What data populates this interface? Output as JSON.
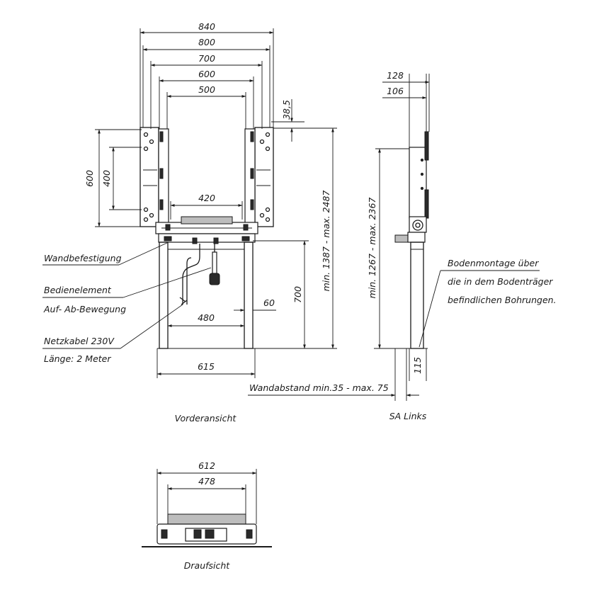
{
  "front_view": {
    "dims": {
      "w840": "840",
      "w800": "800",
      "w700": "700",
      "w600": "600",
      "w500": "500",
      "w420": "420",
      "w480": "480",
      "w615": "615",
      "h600": "600",
      "h400": "400",
      "h385": "38,5",
      "h700": "700",
      "h60": "60",
      "range_height": "min. 1387  -  max. 2487"
    },
    "notes": {
      "wall_mount": "Wandbefestigung",
      "control_1": "Bedienelement",
      "control_2": "Auf- Ab-Bewegung",
      "cable_1": "Netzkabel 230V",
      "cable_2": "Länge: 2 Meter"
    },
    "label": "Vorderansicht"
  },
  "side_view": {
    "dims": {
      "w128": "128",
      "w106": "106",
      "w115": "115",
      "range_height": "min. 1267  -  max. 2367"
    },
    "notes": {
      "floor_1": "Bodenmontage über",
      "floor_2": "die in dem Bodenträger",
      "floor_3": "befindlichen Bohrungen."
    },
    "wall_distance": "Wandabstand min.35  -  max. 75",
    "label": "SA Links"
  },
  "top_view": {
    "dims": {
      "w612": "612",
      "w478": "478"
    },
    "label": "Draufsicht"
  }
}
